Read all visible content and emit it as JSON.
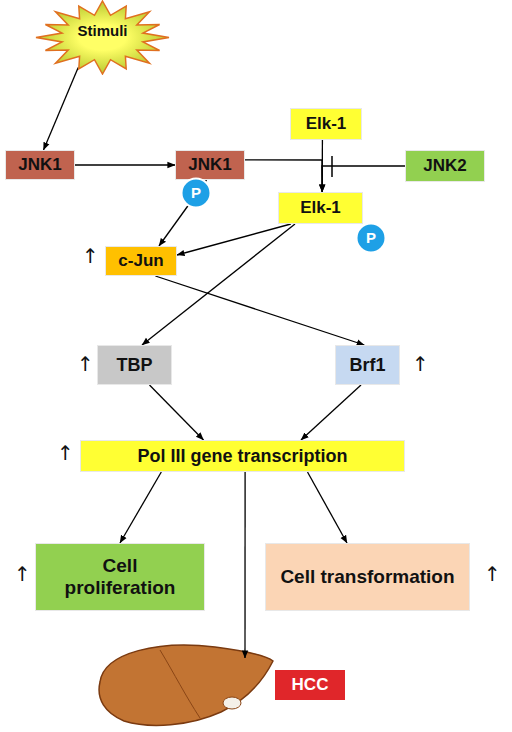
{
  "diagram": {
    "nodes": [
      {
        "text": [
          "Stimuli"
        ]
      },
      {
        "text": [
          "Elk-1"
        ]
      },
      {
        "text": [
          "JNK1"
        ]
      },
      {
        "text": [
          "JNK1"
        ]
      },
      {
        "text": [
          "JNK2"
        ]
      },
      {
        "text": [
          "P"
        ]
      },
      {
        "text": [
          "Elk-1"
        ]
      },
      {
        "text": [
          "P"
        ]
      },
      {
        "text": [
          "c-Jun"
        ]
      },
      {
        "text": [
          "TBP"
        ]
      },
      {
        "text": [
          "Brf1"
        ]
      },
      {
        "text": [
          "Pol III gene transcription"
        ]
      },
      {
        "text": [
          "Cell proliferation"
        ]
      },
      {
        "text": [
          "Cell transformation"
        ]
      },
      {
        "text": [
          "HCC"
        ]
      }
    ],
    "edges": [
      {
        "from": 0,
        "to": 2,
        "arrow": "to"
      },
      {
        "from": 1,
        "to": 6,
        "arrow": "to"
      },
      {
        "from": 2,
        "to": 3,
        "arrow": "to"
      },
      {
        "from": 3,
        "to": 6,
        "arrow": "to"
      },
      {
        "from": 4,
        "to": 6,
        "arrow": "none"
      },
      {
        "from": 3,
        "to": 8,
        "arrow": "to"
      },
      {
        "from": 6,
        "to": 8,
        "arrow": "to"
      },
      {
        "from": 6,
        "to": 9,
        "arrow": "to"
      },
      {
        "from": 8,
        "to": 10,
        "arrow": "to"
      },
      {
        "from": 9,
        "to": 11,
        "arrow": "to"
      },
      {
        "from": 10,
        "to": 11,
        "arrow": "to"
      },
      {
        "from": 11,
        "to": 12,
        "arrow": "to"
      },
      {
        "from": 11,
        "to": 13,
        "arrow": "to"
      },
      {
        "from": 11,
        "to": 14,
        "arrow": "to"
      }
    ],
    "labels": [
      "↑",
      "↑",
      "↑",
      "↑",
      "↑",
      "↑"
    ]
  }
}
